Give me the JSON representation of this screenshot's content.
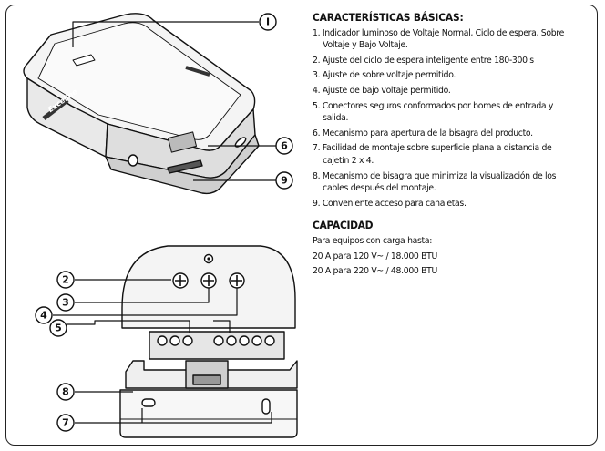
{
  "features": {
    "title": "CARACTERÍSTICAS BÁSICAS:",
    "items": [
      "1. Indicador luminoso de Voltaje Normal,  Ciclo de espera, Sobre Voltaje y Bajo Voltaje.",
      "2. Ajuste del ciclo de espera inteligente entre 180-300 s",
      "3. Ajuste de sobre voltaje permitido.",
      "4. Ajuste de bajo voltaje permitido.",
      "5. Conectores seguros conformados por bornes de entrada y salida.",
      "6. Mecanismo para apertura de la bisagra del producto.",
      "7. Facilidad de montaje sobre superficie plana a distancia de cajetín 2 x 4.",
      "8. Mecanismo de bisagra que minimiza la visualización de los cables después del montaje.",
      "9. Conveniente acceso para canaletas."
    ]
  },
  "capacity": {
    "title": "CAPACIDAD",
    "lines": [
      "Para equipos con carga hasta:",
      "20 A para 120 V~ / 18.000 BTU",
      "20 A para 220 V~ / 48.000 BTU"
    ]
  },
  "figure": {
    "callouts": [
      "I",
      "2",
      "3",
      "4",
      "5",
      "6",
      "7",
      "8",
      "9"
    ],
    "brand_text": "Exceline"
  }
}
